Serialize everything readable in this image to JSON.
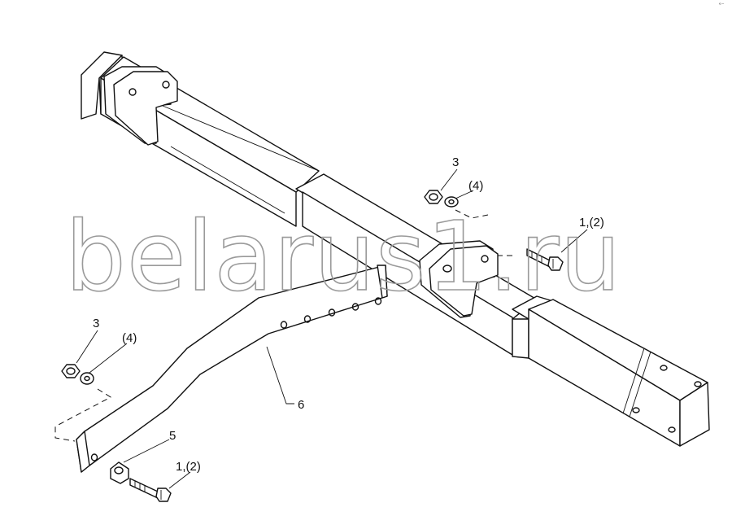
{
  "watermark": "belarus1.ru",
  "corner_mark": "ᵉ⁻",
  "callouts": {
    "nut_top": "3",
    "washer_top": "(4)",
    "bolt_top": "1,(2)",
    "nut_left": "3",
    "washer_left": "(4)",
    "spacer": "5",
    "bolt_bottom": "1,(2)",
    "arm": "6"
  }
}
